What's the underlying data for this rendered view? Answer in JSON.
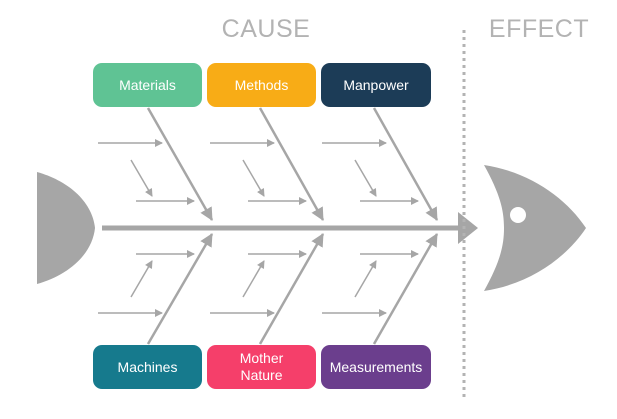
{
  "headers": {
    "cause": "CAUSE",
    "effect": "EFFECT"
  },
  "categories": {
    "top": [
      {
        "label": "Materials",
        "color": "#5fc394"
      },
      {
        "label": "Methods",
        "color": "#f8ac16"
      },
      {
        "label": "Manpower",
        "color": "#1c3c57"
      }
    ],
    "bottom": [
      {
        "label": "Machines",
        "color": "#167a8d"
      },
      {
        "label": "Mother\nNature",
        "color": "#f53f6a"
      },
      {
        "label": "Measurements",
        "color": "#6b3e8d"
      }
    ]
  },
  "colors": {
    "fish": "#a6a6a6",
    "eye": "#ffffff",
    "divider": "#b3b3b3"
  }
}
